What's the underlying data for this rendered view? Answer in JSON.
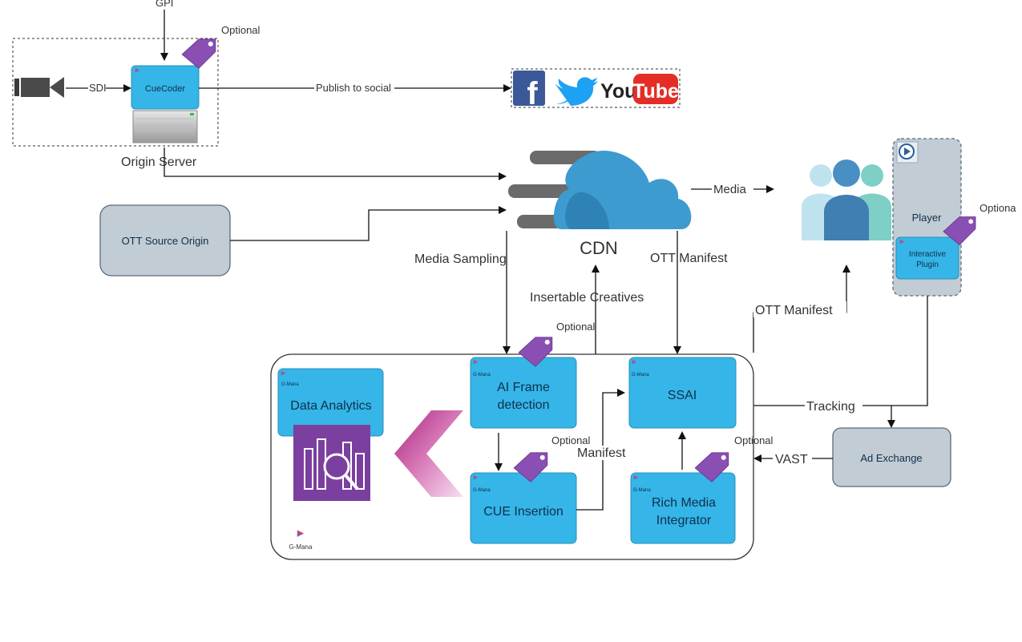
{
  "gpi": {
    "label": "GPI"
  },
  "origin": {
    "caption": "Origin Server",
    "sdi_label": "SDI",
    "cuecoder_label": "CueCoder",
    "optional_label": "Optional"
  },
  "publish": {
    "label": "Publish to social"
  },
  "social": {
    "facebook": "f",
    "youtube_you": "You",
    "youtube_tube": "Tube"
  },
  "ott_source": {
    "label": "OTT Source Origin"
  },
  "cdn": {
    "label": "CDN"
  },
  "media_arrow": {
    "label": "Media"
  },
  "player": {
    "label": "Player",
    "plugin_label_1": "Interactive",
    "plugin_label_2": "Plugin",
    "optional_label": "Optiona"
  },
  "edges": {
    "media_sampling": "Media Sampling",
    "insertable_creatives": "Insertable Creatives",
    "ott_manifest_top": "OTT Manifest",
    "ott_manifest_player": "OTT Manifest",
    "tracking": "Tracking",
    "vast": "VAST",
    "manifest": "Manifest"
  },
  "gmana": {
    "brand": "G-Mana",
    "data_analytics": "Data Analytics",
    "ai_frame_1": "AI Frame",
    "ai_frame_2": "detection",
    "ai_optional": "Optional",
    "ssai": "SSAI",
    "cue_insertion": "CUE Insertion",
    "cue_optional": "Optional",
    "rich_media_1": "Rich Media",
    "rich_media_2": "Integrator",
    "rich_optional": "Optional"
  },
  "ad_exchange": {
    "label": "Ad Exchange"
  },
  "colors": {
    "module_blue": "#35b5e8",
    "module_border": "#2a8fb8",
    "gray_box": "#c2ccd4",
    "gray_border": "#5a6b7a",
    "tag_purple": "#8a4fb3",
    "cloud_blue": "#3d9bd0",
    "analytics_purple": "#7b3fa0"
  }
}
